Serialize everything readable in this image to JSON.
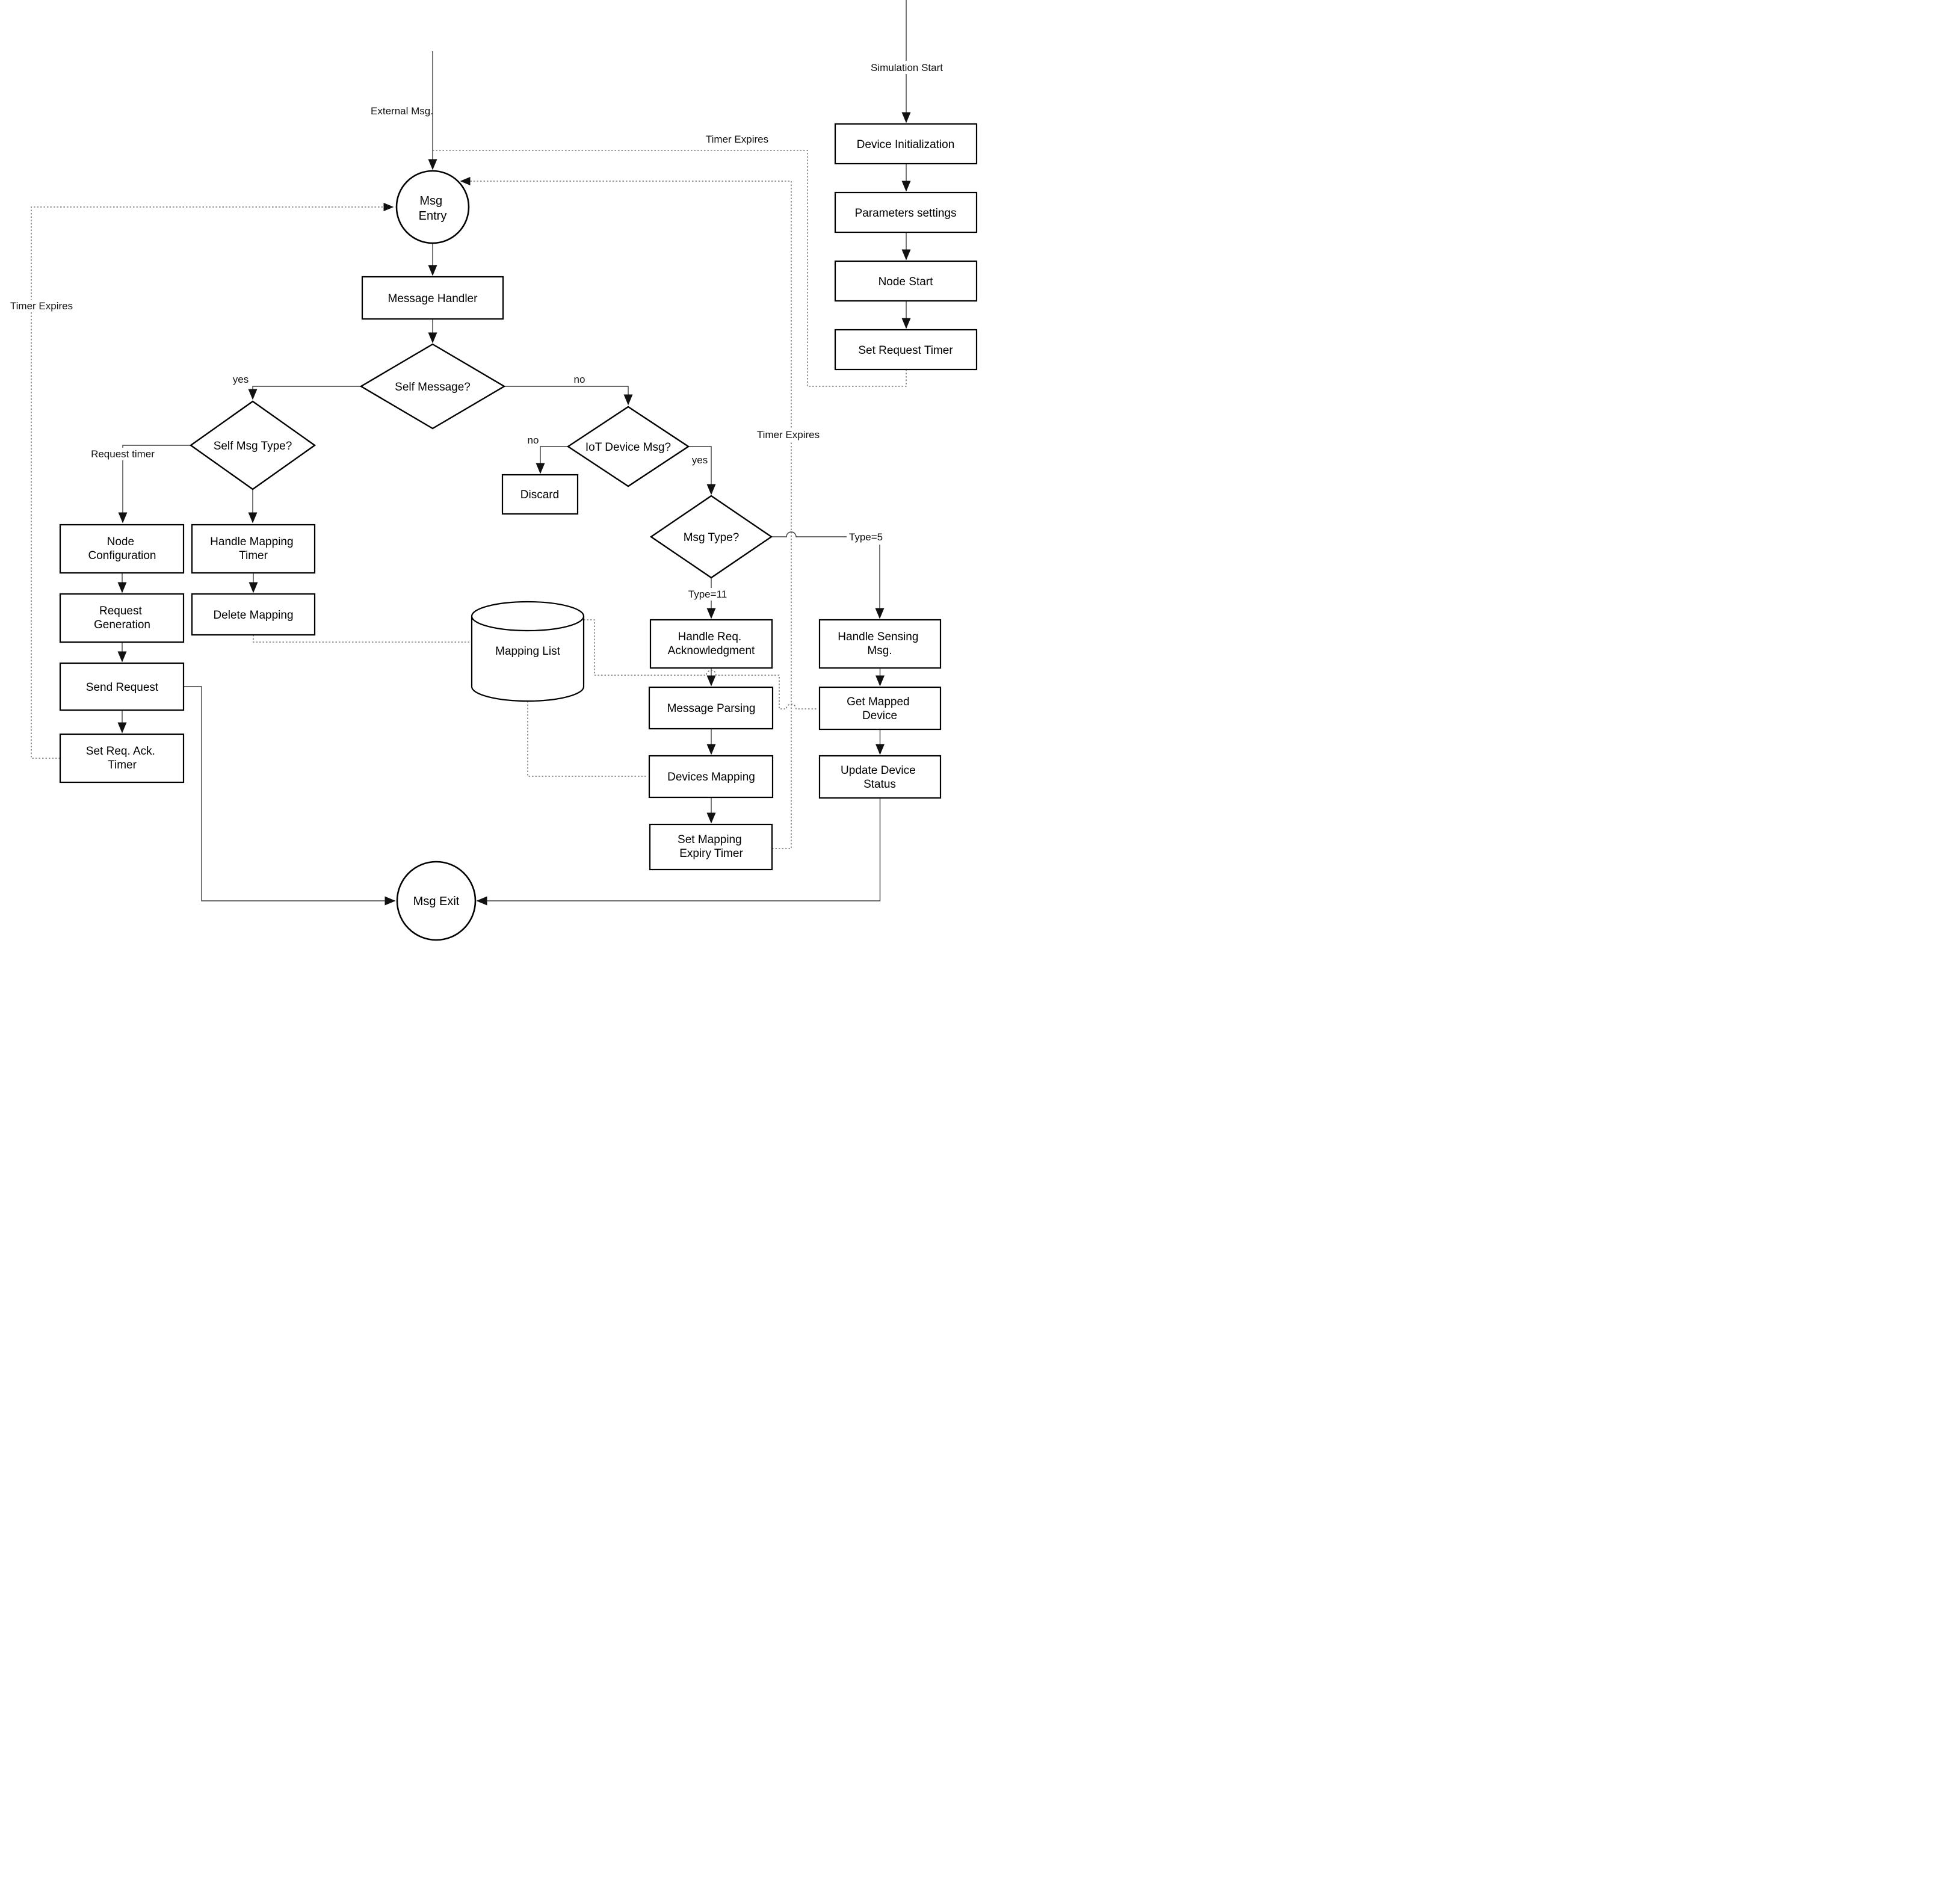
{
  "nodes": {
    "msg_entry": {
      "lines": [
        "Msg",
        "Entry"
      ]
    },
    "message_handler": {
      "label": "Message Handler"
    },
    "self_message": {
      "label": "Self Message?"
    },
    "self_msg_type": {
      "label": "Self Msg Type?"
    },
    "iot_device_msg": {
      "label": "IoT Device Msg?"
    },
    "msg_type": {
      "label": "Msg Type?"
    },
    "discard": {
      "label": "Discard"
    },
    "node_configuration": {
      "lines": [
        "Node",
        "Configuration"
      ]
    },
    "handle_mapping_timer": {
      "lines": [
        "Handle Mapping",
        "Timer"
      ]
    },
    "request_generation": {
      "lines": [
        "Request",
        "Generation"
      ]
    },
    "delete_mapping": {
      "label": "Delete Mapping"
    },
    "send_request": {
      "label": "Send Request"
    },
    "set_req_ack_timer": {
      "lines": [
        "Set Req. Ack.",
        "Timer"
      ]
    },
    "mapping_list": {
      "label": "Mapping List"
    },
    "handle_req_acknowledgment": {
      "lines": [
        "Handle Req.",
        "Acknowledgment"
      ]
    },
    "message_parsing": {
      "label": "Message Parsing"
    },
    "devices_mapping": {
      "label": "Devices Mapping"
    },
    "set_mapping_expiry_timer": {
      "lines": [
        "Set Mapping",
        "Expiry Timer"
      ]
    },
    "handle_sensing_msg": {
      "lines": [
        "Handle Sensing",
        "Msg."
      ]
    },
    "get_mapped_device": {
      "lines": [
        "Get Mapped",
        "Device"
      ]
    },
    "update_device_status": {
      "lines": [
        "Update Device",
        "Status"
      ]
    },
    "device_initialization": {
      "label": "Device Initialization"
    },
    "parameters_settings": {
      "label": "Parameters settings"
    },
    "node_start": {
      "label": "Node Start"
    },
    "set_request_timer": {
      "label": "Set Request Timer"
    },
    "msg_exit": {
      "label": "Msg Exit"
    }
  },
  "edge_labels": {
    "simulation_start": "Simulation Start",
    "external_msg": "External Msg.",
    "timer_expires_top": "Timer Expires",
    "timer_expires_right": "Timer Expires",
    "timer_expires_left": "Timer Expires",
    "self_message_yes": "yes",
    "self_message_no": "no",
    "iot_no": "no",
    "iot_yes": "yes",
    "request_timer": "Request timer",
    "type_11": "Type=11",
    "type_5": "Type=5"
  },
  "colors": {
    "shape_stroke": "#000000",
    "connector": "#3d3d3d",
    "dotted_connector": "#5a5a5a",
    "background": "#ffffff"
  }
}
